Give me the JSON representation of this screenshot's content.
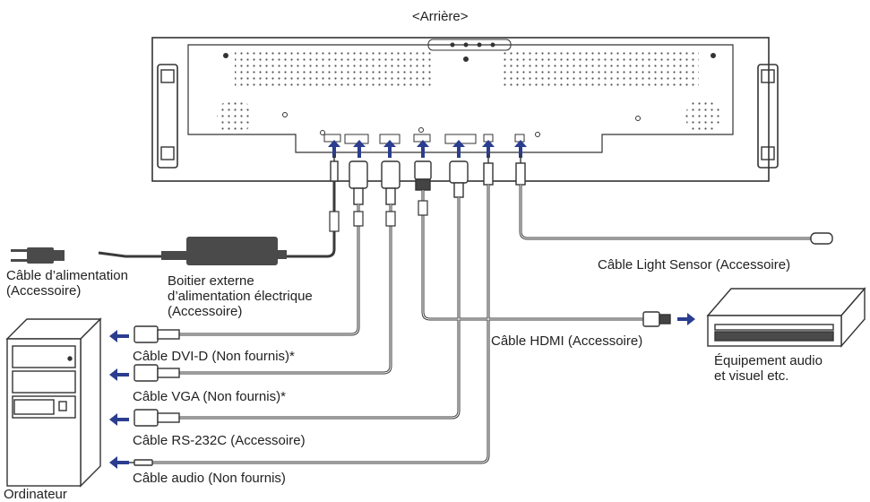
{
  "header": {
    "title": "<Arrière>"
  },
  "labels": {
    "power_cable": {
      "line1": "Câble d’alimentation",
      "line2": "(Accessoire)"
    },
    "adapter": {
      "line1": "Boitier externe",
      "line2": "d’alimentation électrique",
      "line3": "(Accessoire)"
    },
    "light_sensor": "Câble Light Sensor (Accessoire)",
    "hdmi": "Câble HDMI (Accessoire)",
    "dvi": "Câble DVI-D (Non fournis)*",
    "vga": "Câble VGA (Non fournis)*",
    "rs232": "Câble RS-232C (Accessoire)",
    "audio": "Câble audio (Non fournis)",
    "computer": "Ordinateur",
    "av_equipment": {
      "line1": "Équipement audio",
      "line2": "et visuel etc."
    }
  },
  "icons": {
    "arrow": "up-arrow-icon",
    "connector": "plug-icon"
  },
  "colors": {
    "line": "#3a3a3a",
    "arrow": "#2b3d8f",
    "fill_dark": "#4a4a4a",
    "fill_light": "#ffffff"
  }
}
